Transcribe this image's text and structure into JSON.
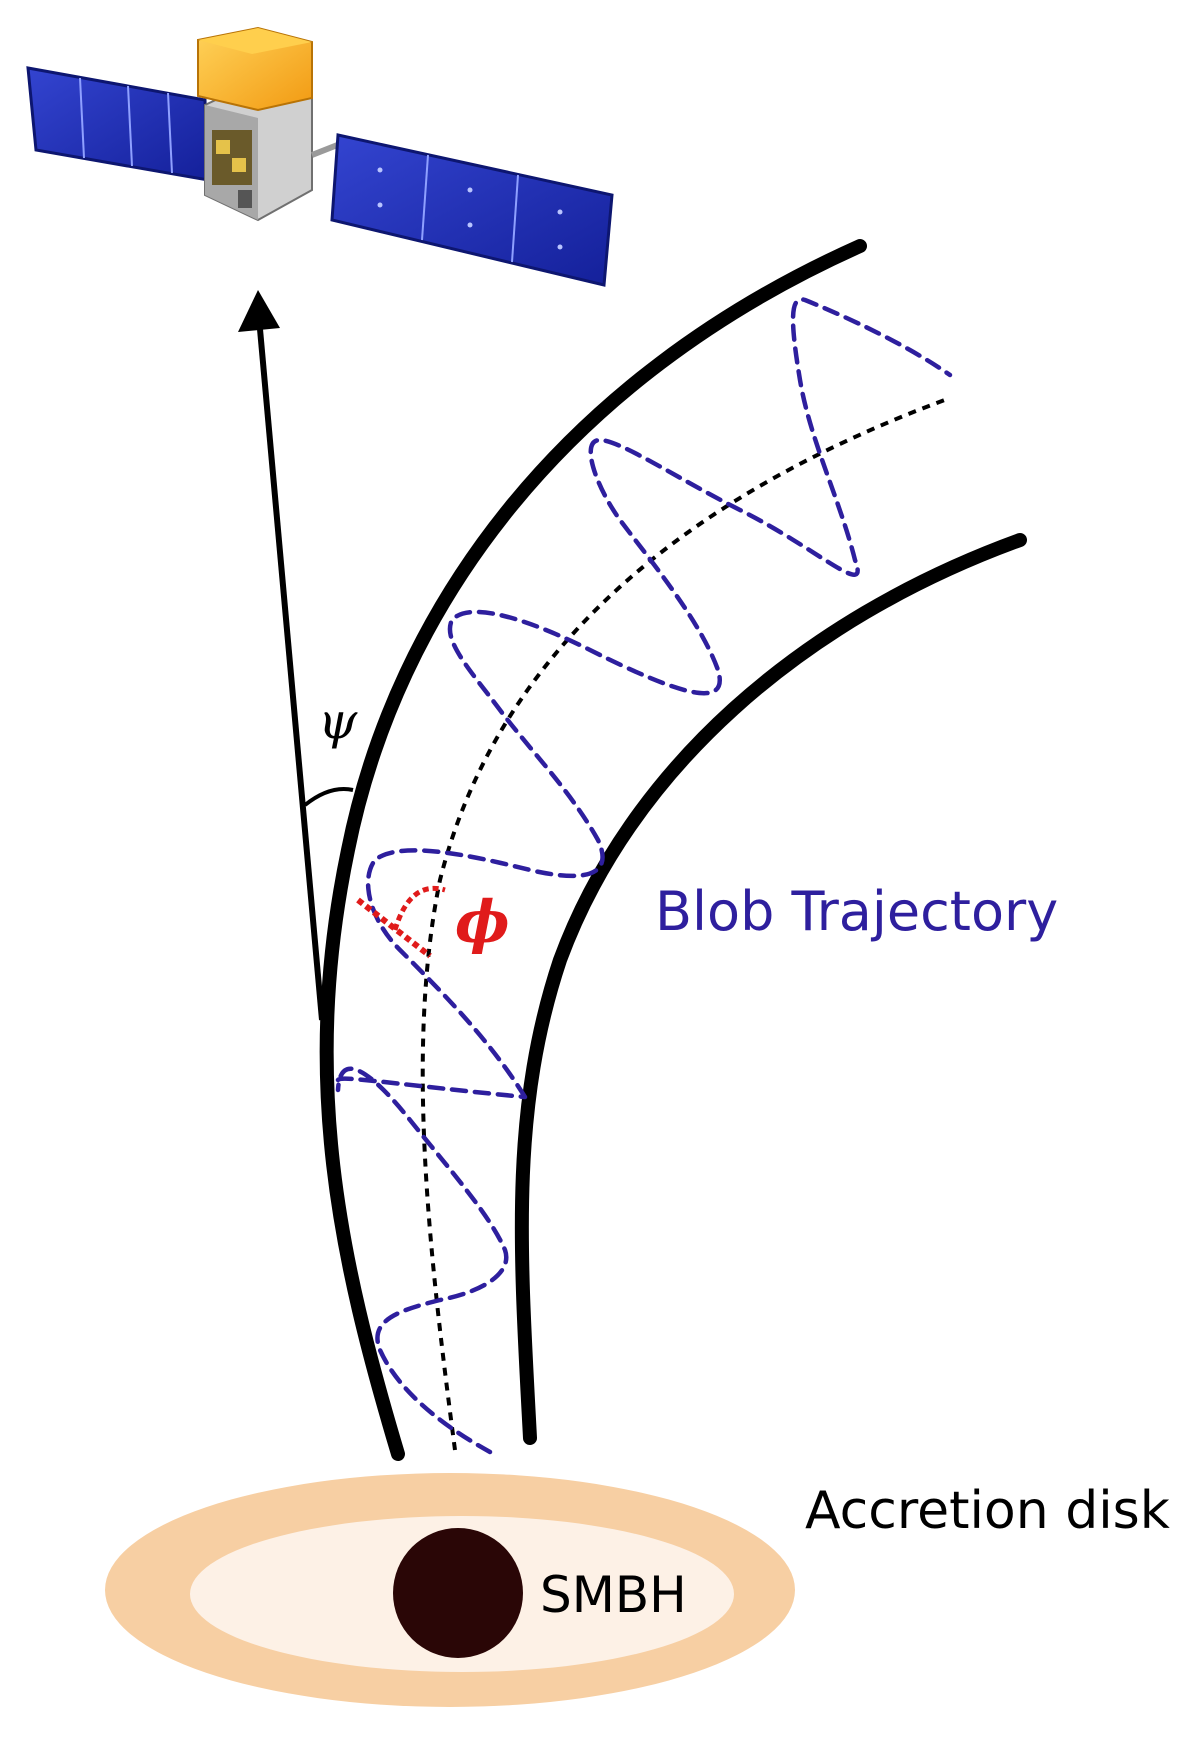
{
  "labels": {
    "blob_trajectory": "Blob Trajectory",
    "accretion_disk": "Accretion disk",
    "smbh": "SMBH",
    "viewing_angle": "ψ",
    "helix_phase": "ϕ"
  },
  "colors": {
    "jet_wall": "#000000",
    "jet_axis": "#000000",
    "helix": "#2e1f9e",
    "phase_marker": "#e01b1b",
    "label_blue": "#2e1f9e",
    "label_red": "#e01b1b",
    "disk_outer": "#f7cfa3",
    "disk_inner": "#fdf1e6",
    "black_hole": "#2a0606",
    "panel_blue": "#1f2fb8",
    "bus_silver": "#c9c9c9",
    "bus_top_gold": "#f5b52a"
  },
  "icons": {
    "spacecraft": "satellite-icon",
    "observer_direction": "arrow-up-icon"
  }
}
